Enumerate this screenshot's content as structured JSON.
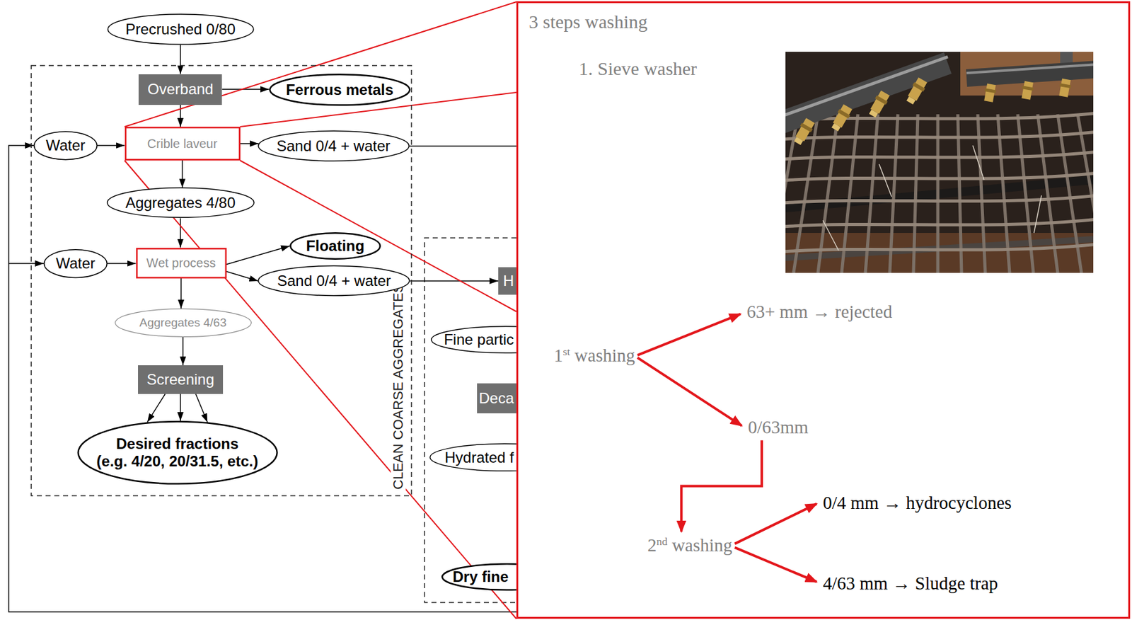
{
  "diagram": {
    "nodes": [
      {
        "text": [
          "Precrushed 0/80"
        ]
      },
      {
        "text": [
          "CLEAN COARSE AGGREGATES"
        ]
      },
      {
        "text": [
          "Overband"
        ],
        "in": 1
      },
      {
        "text": [
          "Ferrous metals"
        ],
        "in": 1
      },
      {
        "text": [
          "Water"
        ],
        "in": 1
      },
      {
        "text": [
          "Crible laveur"
        ],
        "in": 1
      },
      {
        "text": [
          "Sand 0/4 + water"
        ],
        "in": 1
      },
      {
        "text": [
          "Aggregates 4/80"
        ],
        "in": 1
      },
      {
        "text": [
          "Water"
        ],
        "in": 1
      },
      {
        "text": [
          "Wet process"
        ],
        "in": 1
      },
      {
        "text": [
          "Floating"
        ],
        "in": 1
      },
      {
        "text": [
          "Sand 0/4 + water"
        ],
        "in": 1
      },
      {
        "text": [
          "Aggregates 4/63"
        ],
        "in": 1
      },
      {
        "text": [
          "Screening"
        ],
        "in": 1
      },
      {
        "text": [
          "Desired fractions (e.g. 4/20, 20/31.5, etc.)"
        ],
        "in": 1
      },
      {
        "text": [
          "H"
        ]
      },
      {
        "text": [
          "Fine partic"
        ]
      },
      {
        "text": [
          "Deca"
        ]
      },
      {
        "text": [
          "Hydrated f"
        ]
      },
      {
        "text": [
          "Dry fine"
        ]
      },
      {
        "text": [
          "3 steps washing",
          "1. Sieve washer"
        ]
      }
    ],
    "edges": [
      {
        "from": 0,
        "to": 2,
        "arrow": "to"
      },
      {
        "from": 2,
        "to": 3,
        "arrow": "to"
      },
      {
        "from": 2,
        "to": 5,
        "arrow": "to"
      },
      {
        "from": 4,
        "to": 5,
        "arrow": "to"
      },
      {
        "from": 5,
        "to": 6,
        "arrow": "to"
      },
      {
        "from": 5,
        "to": 7,
        "arrow": "to"
      },
      {
        "from": 7,
        "to": 9,
        "arrow": "to"
      },
      {
        "from": 8,
        "to": 9,
        "arrow": "to"
      },
      {
        "from": 9,
        "to": 10,
        "arrow": "to"
      },
      {
        "from": 9,
        "to": 11,
        "arrow": "to"
      },
      {
        "from": 11,
        "to": 15,
        "arrow": "to"
      },
      {
        "from": 9,
        "to": 12,
        "arrow": "to"
      },
      {
        "from": 12,
        "to": 13,
        "arrow": "to"
      },
      {
        "from": 13,
        "to": 14,
        "arrow": "to"
      },
      {
        "from": 13,
        "to": 14,
        "arrow": "to"
      },
      {
        "from": 13,
        "to": 14,
        "arrow": "to"
      }
    ],
    "labels": [
      "1st washing",
      "63+ mm → rejected",
      "0/63mm",
      "2nd washing",
      "0/4 mm → hydrocyclones",
      "4/63 mm → Sludge trap"
    ]
  }
}
